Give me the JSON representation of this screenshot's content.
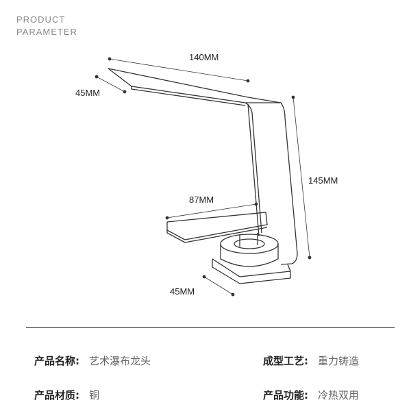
{
  "header": {
    "line1": "PRODUCT",
    "line2": "PARAMETER"
  },
  "dimensions": {
    "top_width": "140MM",
    "top_depth": "45MM",
    "height": "145MM",
    "spout": "87MM",
    "base": "45MM"
  },
  "specs": {
    "name_label": "产品名称:",
    "name_value": "艺术瀑布龙头",
    "process_label": "成型工艺:",
    "process_value": "重力铸造",
    "material_label": "产品材质:",
    "material_value": "铜",
    "function_label": "产品功能:",
    "function_value": "冷热双用"
  }
}
